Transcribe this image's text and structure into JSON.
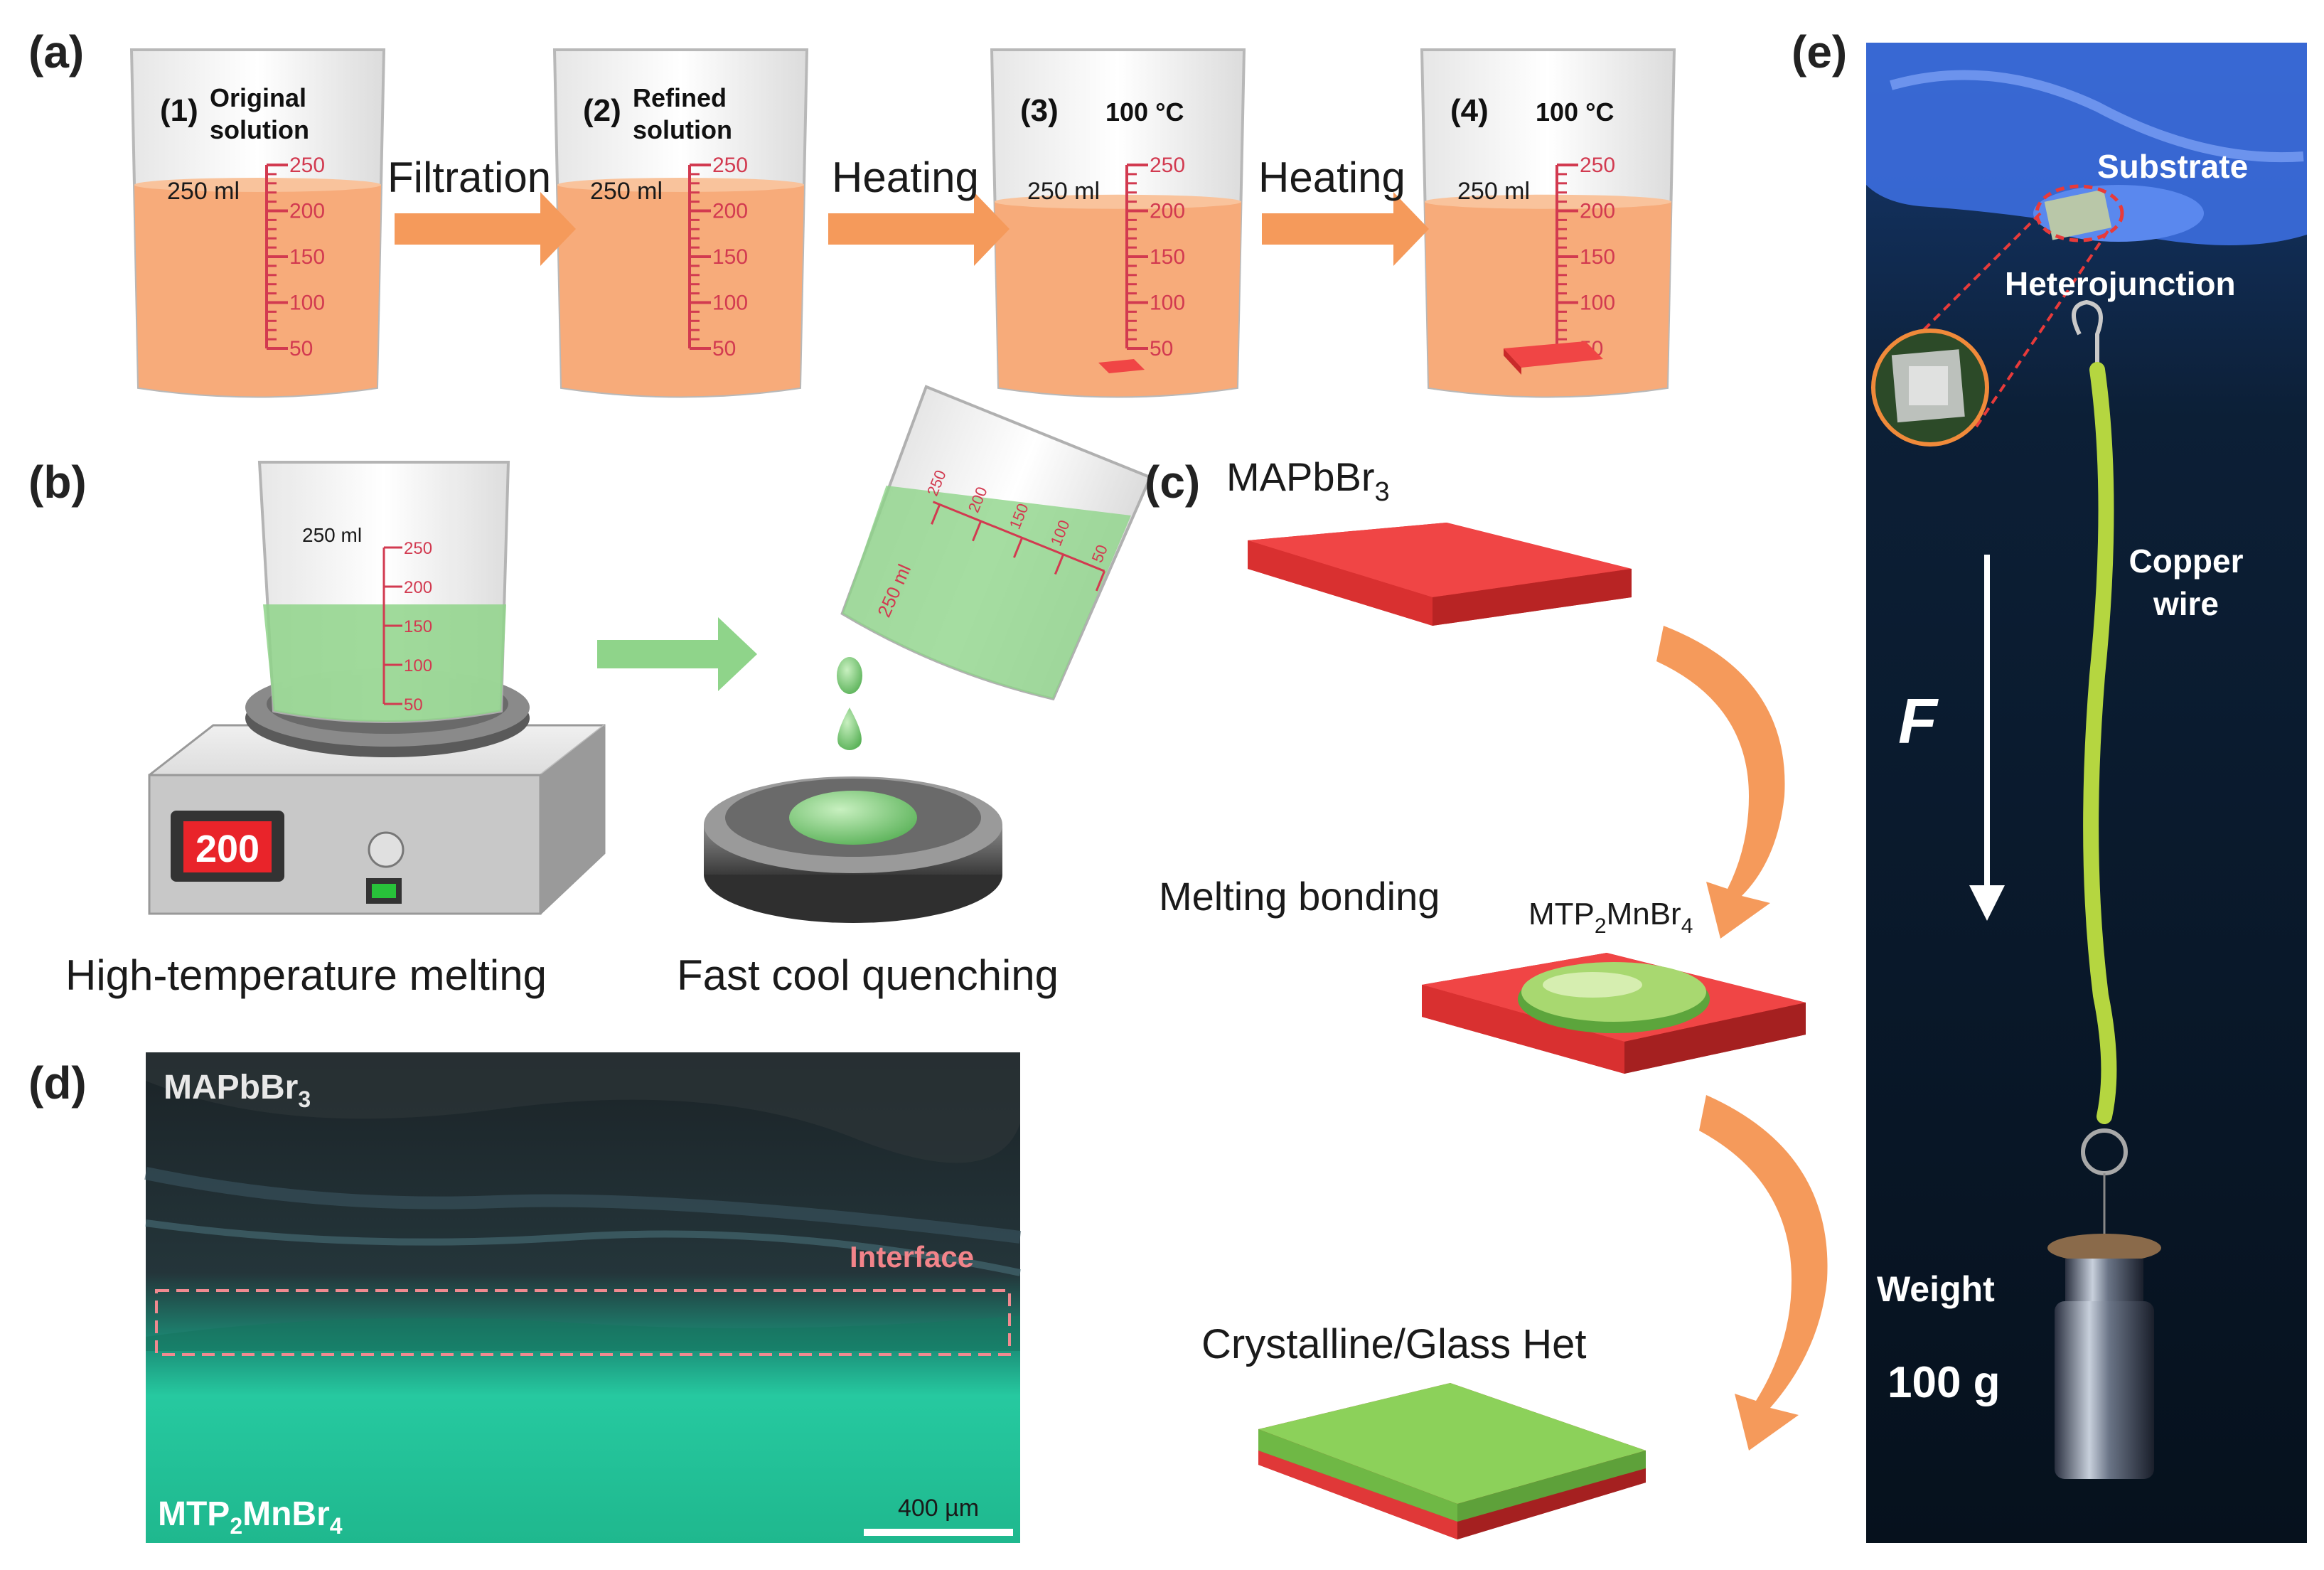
{
  "panels": {
    "a": {
      "label": "(a)",
      "beakers": [
        {
          "num": "(1)",
          "title_line1": "Original",
          "title_line2": "solution",
          "volume": "250 ml",
          "fill_level": 0.6
        },
        {
          "num": "(2)",
          "title_line1": "Refined",
          "title_line2": "solution",
          "volume": "250 ml",
          "fill_level": 0.6
        },
        {
          "num": "(3)",
          "title_line1": "100 °C",
          "title_line2": "",
          "volume": "250 ml",
          "fill_level": 0.55
        },
        {
          "num": "(4)",
          "title_line1": "100 °C",
          "title_line2": "",
          "volume": "250 ml",
          "fill_level": 0.55
        }
      ],
      "arrows": [
        "Filtration",
        "Heating",
        "Heating"
      ],
      "ticks": [
        "250",
        "200",
        "150",
        "100",
        "50"
      ]
    },
    "b": {
      "label": "(b)",
      "volume": "250 ml",
      "ticks": [
        "250",
        "200",
        "150",
        "100",
        "50"
      ],
      "display": "200",
      "caption_left": "High-temperature melting",
      "caption_right": "Fast cool quenching"
    },
    "c": {
      "label": "(c)",
      "top_material": "MAPbBr3",
      "step": "Melting bonding",
      "glass_material": "MTP2MnBr4",
      "result": "Crystalline/Glass Het"
    },
    "d": {
      "label": "(d)",
      "top": "MAPbBr3",
      "interface": "Interface",
      "bottom": "MTP2MnBr4",
      "scale": "400 µm"
    },
    "e": {
      "label": "(e)",
      "substrate": "Substrate",
      "heterojunction": "Heterojunction",
      "wire_line1": "Copper",
      "wire_line2": "wire",
      "force": "F",
      "weight": "Weight",
      "mass": "100 g"
    }
  },
  "colors": {
    "solution_orange": "#f7ab7a",
    "glass_green": "#8fd48a",
    "crystal_red": "#f04545",
    "arrow_orange": "#f59a5b",
    "arrow_green": "#8fd48a",
    "scale_red": "#d23a50",
    "photo_bg": "#0b1a2e",
    "micro_green": "#1fc99a"
  }
}
